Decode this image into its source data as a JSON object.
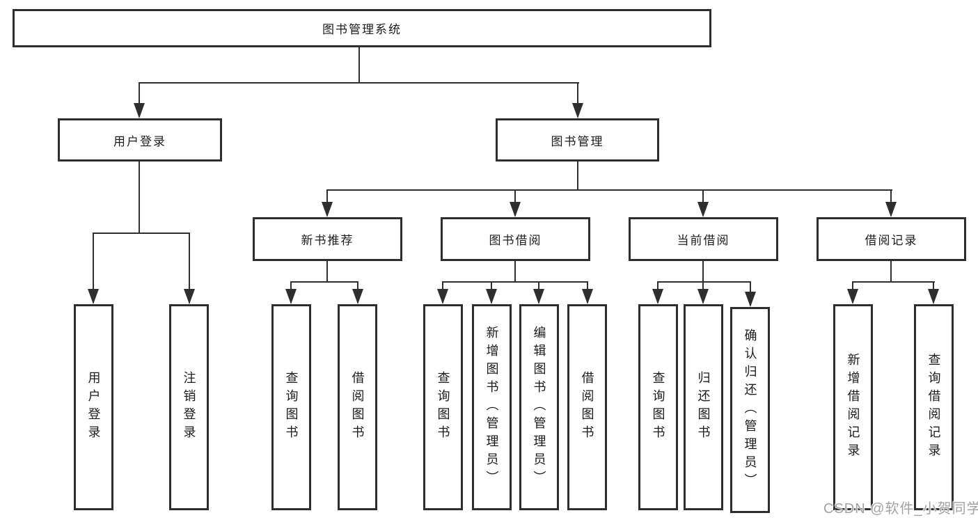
{
  "diagram": {
    "type": "hierarchy-tree",
    "root": {
      "label": "图书管理系统",
      "children": [
        {
          "label": "用户登录",
          "children": [
            {
              "label": "用户登录"
            },
            {
              "label": "注销登录"
            }
          ]
        },
        {
          "label": "图书管理",
          "children": [
            {
              "label": "新书推荐",
              "children": [
                {
                  "label": "查询图书"
                },
                {
                  "label": "借阅图书"
                }
              ]
            },
            {
              "label": "图书借阅",
              "children": [
                {
                  "label": "查询图书"
                },
                {
                  "label": "新增图书（管理员）"
                },
                {
                  "label": "编辑图书（管理员）"
                },
                {
                  "label": "借阅图书"
                }
              ]
            },
            {
              "label": "当前借阅",
              "children": [
                {
                  "label": "查询图书"
                },
                {
                  "label": "归还图书"
                },
                {
                  "label": "确认归还（管理员）"
                }
              ]
            },
            {
              "label": "借阅记录",
              "children": [
                {
                  "label": "新增借阅记录"
                },
                {
                  "label": "查询借阅记录"
                }
              ]
            }
          ]
        }
      ]
    }
  },
  "watermark": {
    "text": "CSDN @软件_小贺同学"
  },
  "colors": {
    "background": "#ffffff",
    "box_border": "#2e2e2e",
    "line": "#2e2e2e",
    "text": "#1c1c1c",
    "watermark": "#a3a3a3"
  }
}
